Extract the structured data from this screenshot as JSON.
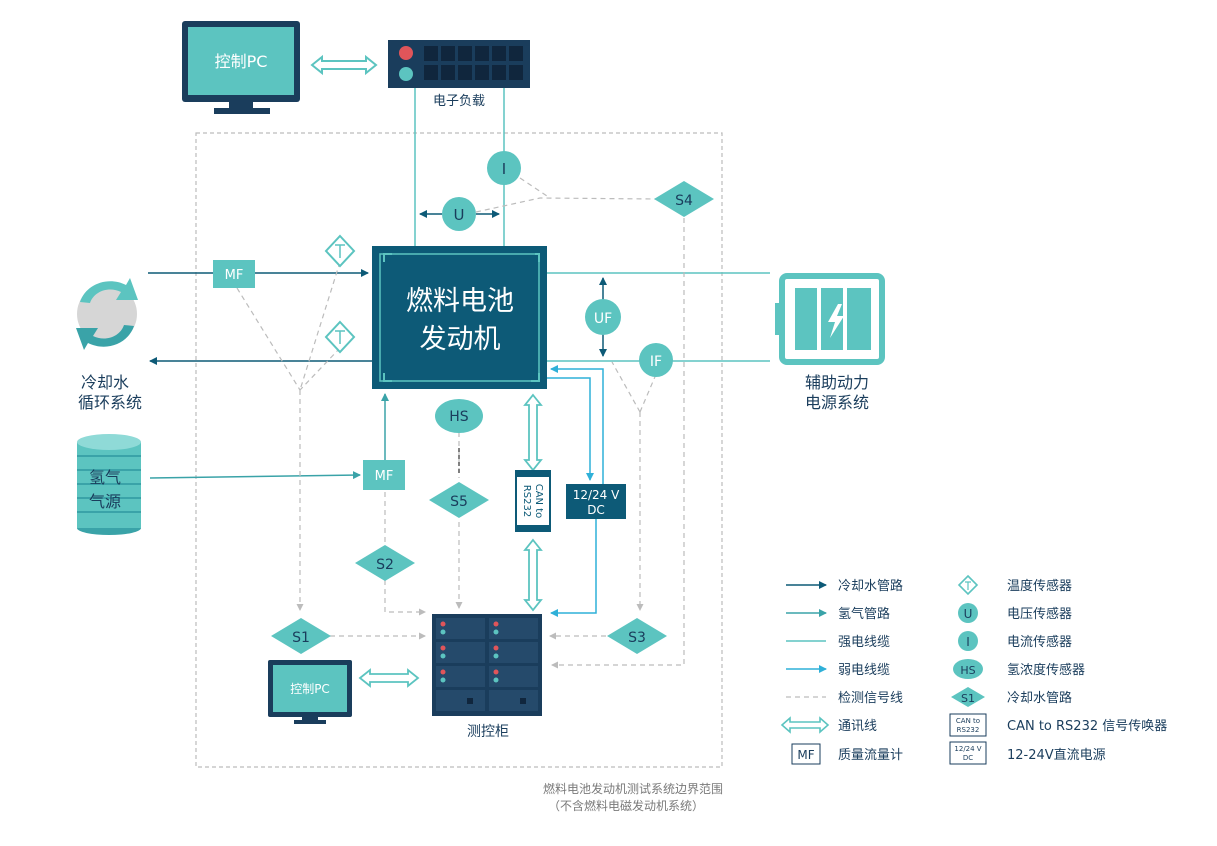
{
  "colors": {
    "dark": "#0d5a77",
    "navy": "#1a3d5c",
    "teal": "#5cc4c0",
    "tealDark": "#3aa3a8",
    "cyan": "#2fb0d8",
    "gray": "#bcbcbc",
    "red": "#e0555a"
  },
  "top": {
    "pc_label": "控制PC",
    "eload_label": "电子负载"
  },
  "engine": {
    "line1": "燃料电池",
    "line2": "发动机"
  },
  "left": {
    "coolant_line1": "冷却水",
    "coolant_line2": "循环系统",
    "h2_line1": "氢气",
    "h2_line2": "气源"
  },
  "right": {
    "aux_line1": "辅助动力",
    "aux_line2": "电源系统"
  },
  "sensors": {
    "mf_top": "MF",
    "mf_bottom": "MF",
    "t": "T",
    "u": "U",
    "i": "I",
    "uf": "UF",
    "if": "IF",
    "hs": "HS",
    "s1": "S1",
    "s2": "S2",
    "s3": "S3",
    "s4": "S4",
    "s5": "S5",
    "can_line1": "CAN to",
    "can_line2": "RS232",
    "dc_line1": "12/24 V",
    "dc_line2": "DC"
  },
  "bottom": {
    "pc_label": "控制PC",
    "cabinet_label": "测控柜"
  },
  "boundary": {
    "line1": "燃料电池发动机测试系统边界范围",
    "line2": "（不含燃料电磁发动机系统）"
  },
  "legend": [
    {
      "icon": "coolant-pipe",
      "label": "冷却水管路"
    },
    {
      "icon": "hydrogen-pipe",
      "label": "氢气管路"
    },
    {
      "icon": "power-cable",
      "label": "强电线缆"
    },
    {
      "icon": "signal-cable",
      "label": "弱电线缆"
    },
    {
      "icon": "detect-line",
      "label": "检测信号线"
    },
    {
      "icon": "comm-line",
      "label": "通讯线"
    },
    {
      "icon": "mf",
      "label": "质量流量计",
      "symbol": "MF"
    },
    {
      "icon": "temp",
      "label": "温度传感器",
      "symbol": "T"
    },
    {
      "icon": "volt",
      "label": "电压传感器",
      "symbol": "U"
    },
    {
      "icon": "curr",
      "label": "电流传感器",
      "symbol": "I"
    },
    {
      "icon": "hs",
      "label": "氢浓度传感器",
      "symbol": "HS"
    },
    {
      "icon": "s1",
      "label": "冷却水管路",
      "symbol": "S1"
    },
    {
      "icon": "can",
      "label": "CAN to RS232 信号传唤器",
      "sym1": "CAN to",
      "sym2": "RS232"
    },
    {
      "icon": "dc",
      "label": "12-24V直流电源",
      "sym1": "12/24 V",
      "sym2": "DC"
    }
  ]
}
